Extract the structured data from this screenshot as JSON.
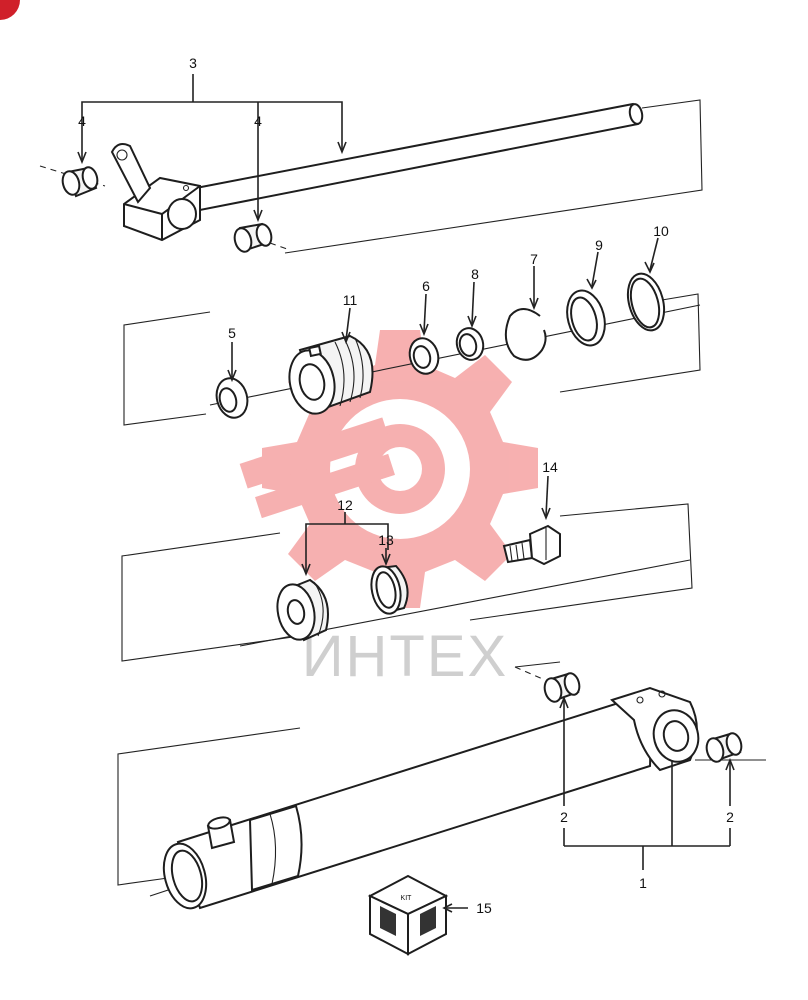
{
  "diagram": {
    "labels": {
      "p1": "1",
      "p2a": "2",
      "p2b": "2",
      "p3": "3",
      "p4a": "4",
      "p4b": "4",
      "p5": "5",
      "p6": "6",
      "p7": "7",
      "p8": "8",
      "p9": "9",
      "p10": "10",
      "p11": "11",
      "p12": "12",
      "p13": "13",
      "p14": "14",
      "p15": "15"
    },
    "kit_label": "KIT",
    "watermark_text": "ИНТЕХ",
    "colors": {
      "line": "#222222",
      "watermark": "#f07070",
      "corner_badge": "#d0202a"
    }
  }
}
